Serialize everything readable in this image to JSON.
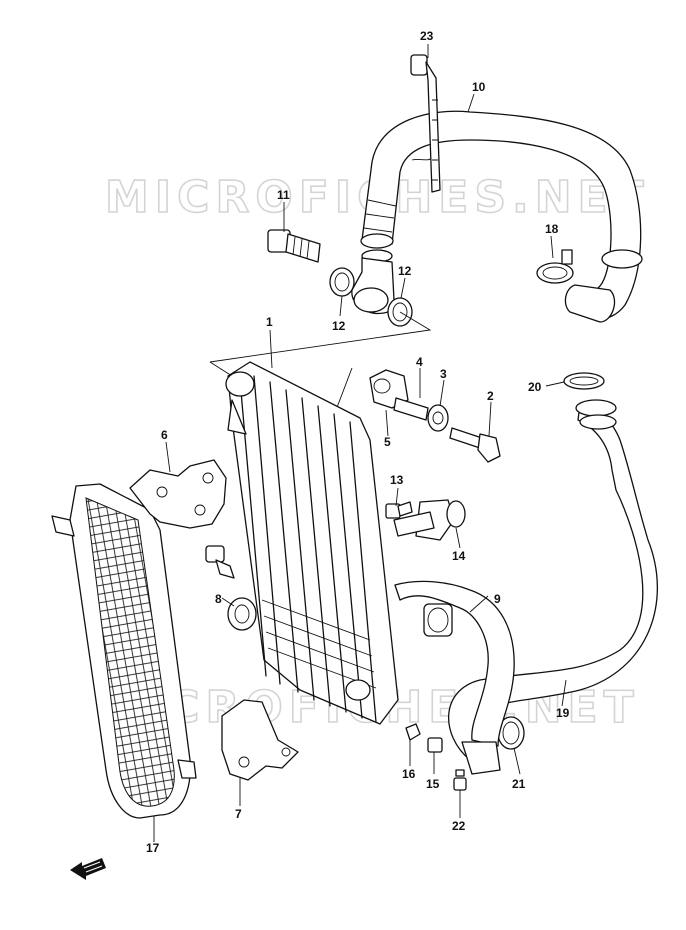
{
  "watermark": "MICROFICHES.NET",
  "callouts": [
    {
      "id": "c1",
      "label": "1"
    },
    {
      "id": "c2",
      "label": "2"
    },
    {
      "id": "c3",
      "label": "3"
    },
    {
      "id": "c4",
      "label": "4"
    },
    {
      "id": "c5",
      "label": "5"
    },
    {
      "id": "c6",
      "label": "6"
    },
    {
      "id": "c7",
      "label": "7"
    },
    {
      "id": "c8",
      "label": "8"
    },
    {
      "id": "c9",
      "label": "9"
    },
    {
      "id": "c10",
      "label": "10"
    },
    {
      "id": "c11",
      "label": "11"
    },
    {
      "id": "c12a",
      "label": "12"
    },
    {
      "id": "c12b",
      "label": "12"
    },
    {
      "id": "c13",
      "label": "13"
    },
    {
      "id": "c14",
      "label": "14"
    },
    {
      "id": "c15",
      "label": "15"
    },
    {
      "id": "c16",
      "label": "16"
    },
    {
      "id": "c17",
      "label": "17"
    },
    {
      "id": "c18",
      "label": "18"
    },
    {
      "id": "c19",
      "label": "19"
    },
    {
      "id": "c20",
      "label": "20"
    },
    {
      "id": "c21",
      "label": "21"
    },
    {
      "id": "c22",
      "label": "22"
    },
    {
      "id": "c23",
      "label": "23"
    }
  ],
  "icons": {
    "front_arrow": "front-arrow-icon"
  }
}
